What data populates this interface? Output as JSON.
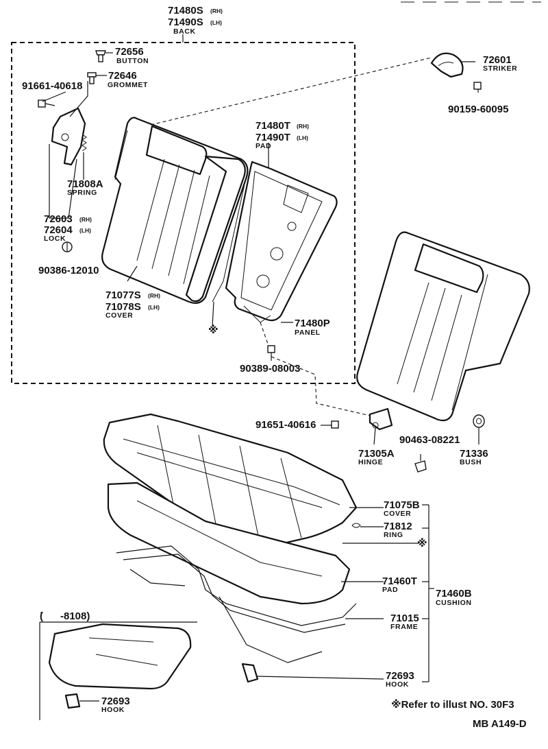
{
  "labels": {
    "back_rh": "71480S",
    "back_rh_side": "(RH)",
    "back_lh": "71490S",
    "back_lh_side": "(LH)",
    "back_name": "BACK",
    "button_no": "72656",
    "button_name": "BUTTON",
    "grommet_no": "72646",
    "grommet_name": "GROMMET",
    "bolt_91661": "91661-40618",
    "striker_no": "72601",
    "striker_name": "STRIKER",
    "bolt_90159": "90159-60095",
    "pad_rh": "71480T",
    "pad_rh_side": "(RH)",
    "pad_lh": "71490T",
    "pad_lh_side": "(LH)",
    "pad_name": "PAD",
    "spring_no": "71808A",
    "spring_name": "SPRING",
    "lock_rh": "72603",
    "lock_rh_side": "(RH)",
    "lock_lh": "72604",
    "lock_lh_side": "(LH)",
    "lock_name": "LOCK",
    "nut_90386": "90386-12010",
    "cover_rh": "71077S",
    "cover_rh_side": "(RH)",
    "cover_lh": "71078S",
    "cover_lh_side": "(LH)",
    "cover_name": "COVER",
    "ref_mark": "※",
    "panel_no": "71480P",
    "panel_name": "PANEL",
    "bolt_90389": "90389-08003",
    "bolt_91651": "91651-40616",
    "bolt_90463": "90463-08221",
    "hinge_no": "71305A",
    "hinge_name": "HINGE",
    "bush_no": "71336",
    "bush_name": "BUSH",
    "cov_no": "71075B",
    "cov_name": "COVER",
    "ring_no": "71812",
    "ring_name": "RING",
    "ref_mark_2": "※",
    "pad2_no": "71460T",
    "pad2_name": "PAD",
    "cushion_no": "71460B",
    "cushion_name": "CUSHION",
    "frame_no": "71015",
    "frame_name": "FRAME",
    "hook_no": "72693",
    "hook_name": "HOOK",
    "inset_range": "(      -8108)",
    "inset_hook_no": "72693",
    "inset_hook_name": "HOOK",
    "refer_note": "※Refer to illust NO. 30F3",
    "diagram_code": "MB A149-D"
  }
}
